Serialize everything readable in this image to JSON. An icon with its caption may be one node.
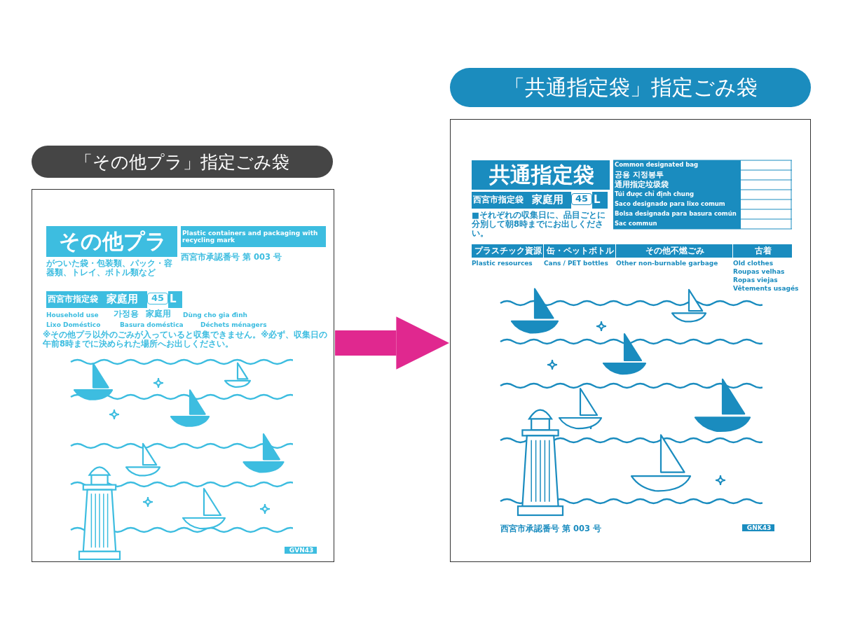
{
  "diagram": {
    "nodes": [
      {
        "text": [
          "「その他プラ」指定ごみ袋"
        ]
      },
      {
        "text": [],
        "shape": "box"
      },
      {
        "text": [
          "「共通指定袋」指定ごみ袋"
        ]
      },
      {
        "text": [],
        "shape": "box"
      }
    ],
    "edges": [
      {
        "from": 1,
        "to": 3,
        "arrow": "to",
        "color": "#e0288f"
      }
    ],
    "labels": [
      "その他プラ",
      "がついた袋・包装類、パック・容器類、トレイ、ボトル類など",
      "Plastic containers and packaging with recycling mark",
      "西宮市指定袋",
      "家庭用",
      "45",
      "L",
      "Household use",
      "가정용",
      "家庭用",
      "Dùng cho gia đình",
      "Lixo Doméstico",
      "Basura doméstica",
      "Déchets ménagers",
      "西宮市承認番号 第 003 号",
      "※その他プラ以外のごみが入っていると収集できません。※必ず、収集日の午前8時までに決められた場所へお出しください。",
      "GVN43",
      "共通指定袋",
      "西宮市指定袋",
      "家庭用",
      "45",
      "L",
      "■それぞれの収集日に、品目ごとに分別して朝8時までにお出しください。",
      "Common designated bag",
      "공용 지정봉투",
      "通用指定垃圾袋",
      "Túi được chỉ định chung",
      "Saco designado para lixo comum",
      "Bolsa designada para basura común",
      "Sac commun",
      "プラスチック資源",
      "缶・ペットボトル",
      "その他不燃ごみ",
      "古着",
      "Plastic resources",
      "Cans / PET bottles",
      "Other non-burnable garbage",
      "Old clothes",
      "Roupas velhas",
      "Ropas viejas",
      "Vêtements usagés",
      "西宮市承認番号 第 003 号",
      "GNK43"
    ]
  }
}
